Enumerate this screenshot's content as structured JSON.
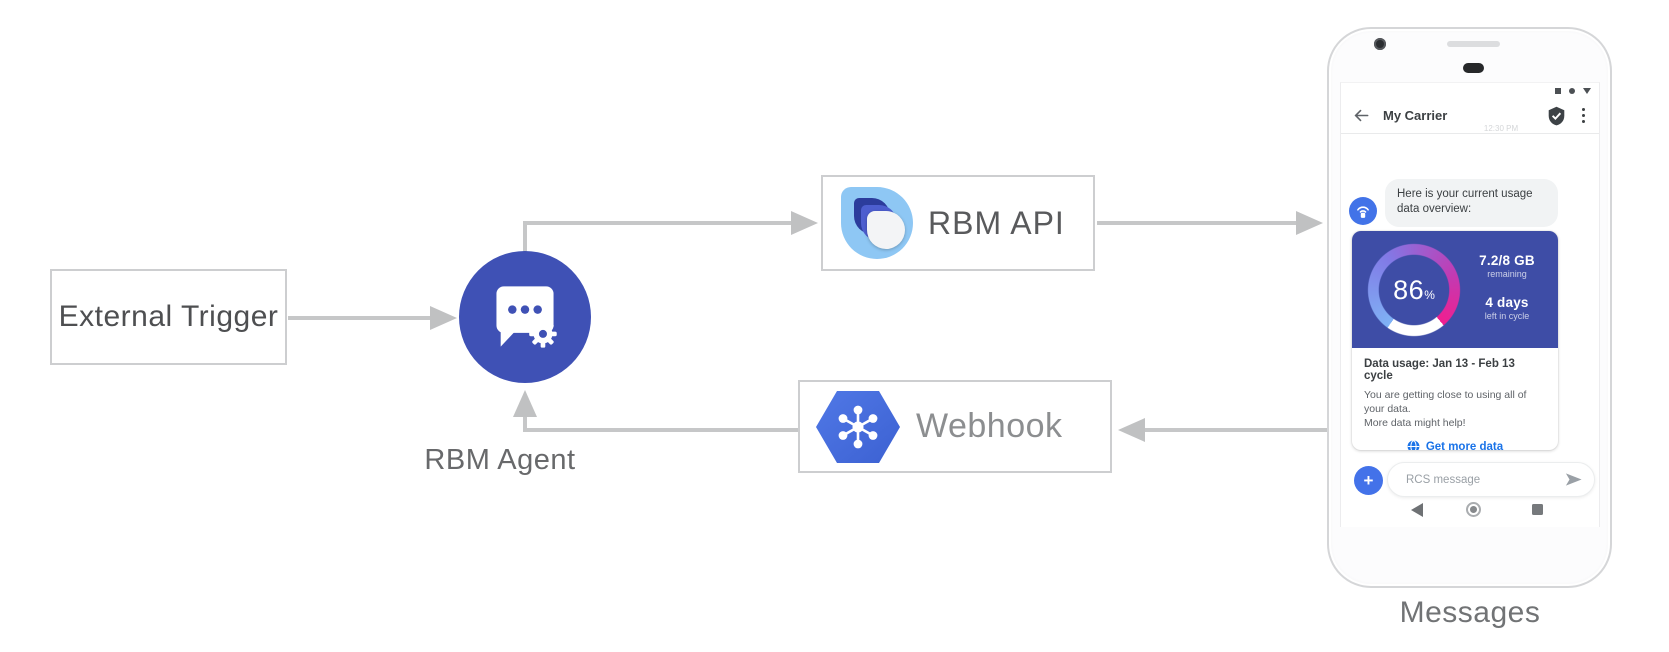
{
  "diagram": {
    "nodes": {
      "external_trigger": {
        "label": "External Trigger"
      },
      "rbm_agent": {
        "label": "RBM Agent"
      },
      "rbm_api": {
        "label": "RBM API"
      },
      "webhook": {
        "label": "Webhook"
      }
    },
    "phone_caption": "Messages",
    "flow": [
      "External Trigger -> RBM Agent",
      "RBM Agent -> RBM API",
      "RBM API -> Phone (Messages)",
      "Phone (Messages) -> Webhook",
      "Webhook -> RBM Agent"
    ]
  },
  "phone": {
    "header": {
      "title": "My Carrier",
      "timestamp": "12:30 PM"
    },
    "chat_bubble": {
      "line1": "Here is your current usage",
      "line2": "data overview:"
    },
    "usage_card": {
      "percent": "86",
      "percent_unit": "%",
      "remaining_value": "7.2/8 GB",
      "remaining_label": "remaining",
      "days_value": "4 days",
      "days_label": "left in cycle",
      "heading": "Data usage: Jan 13 - Feb 13 cycle",
      "body_line1": "You are getting close to using all of your data.",
      "body_line2": "More data might help!",
      "cta": "Get more data"
    },
    "composer": {
      "plus": "+",
      "placeholder": "RCS message"
    }
  },
  "colors": {
    "agent_circle": "#3f51b5",
    "card_blue": "#3e4da6",
    "link_blue": "#1a73e8",
    "avatar_blue": "#4273e8",
    "arrow_gray": "#c4c5c6",
    "gauge_gradient": [
      "#7fb2f5",
      "#817ae6",
      "#c23ab2",
      "#f01f90"
    ],
    "gauge_remainder": "#ffffff"
  }
}
